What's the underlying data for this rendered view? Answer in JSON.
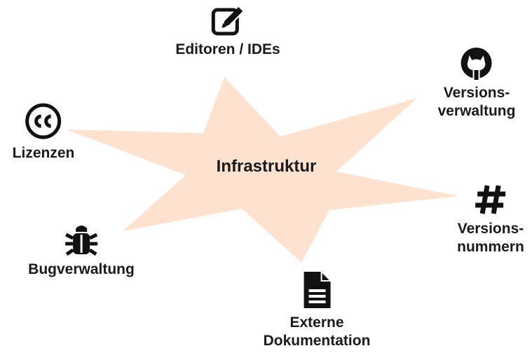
{
  "center": {
    "label": "Infrastruktur"
  },
  "colors": {
    "star_fill": "#fde3cf",
    "text": "#1a1a1a",
    "icon": "#111111"
  },
  "nodes": {
    "editors": {
      "icon": "edit-icon",
      "label": "Editoren / IDEs"
    },
    "vcs": {
      "icon": "github-icon",
      "label_line1": "Versions-",
      "label_line2": "verwaltung"
    },
    "versions": {
      "icon": "hashtag-icon",
      "label_line1": "Versions-",
      "label_line2": "nummern"
    },
    "docs": {
      "icon": "document-icon",
      "label_line1": "Externe",
      "label_line2": "Dokumentation"
    },
    "bugs": {
      "icon": "bug-icon",
      "label": "Bugverwaltung"
    },
    "licenses": {
      "icon": "creative-commons-icon",
      "label": "Lizenzen"
    }
  }
}
